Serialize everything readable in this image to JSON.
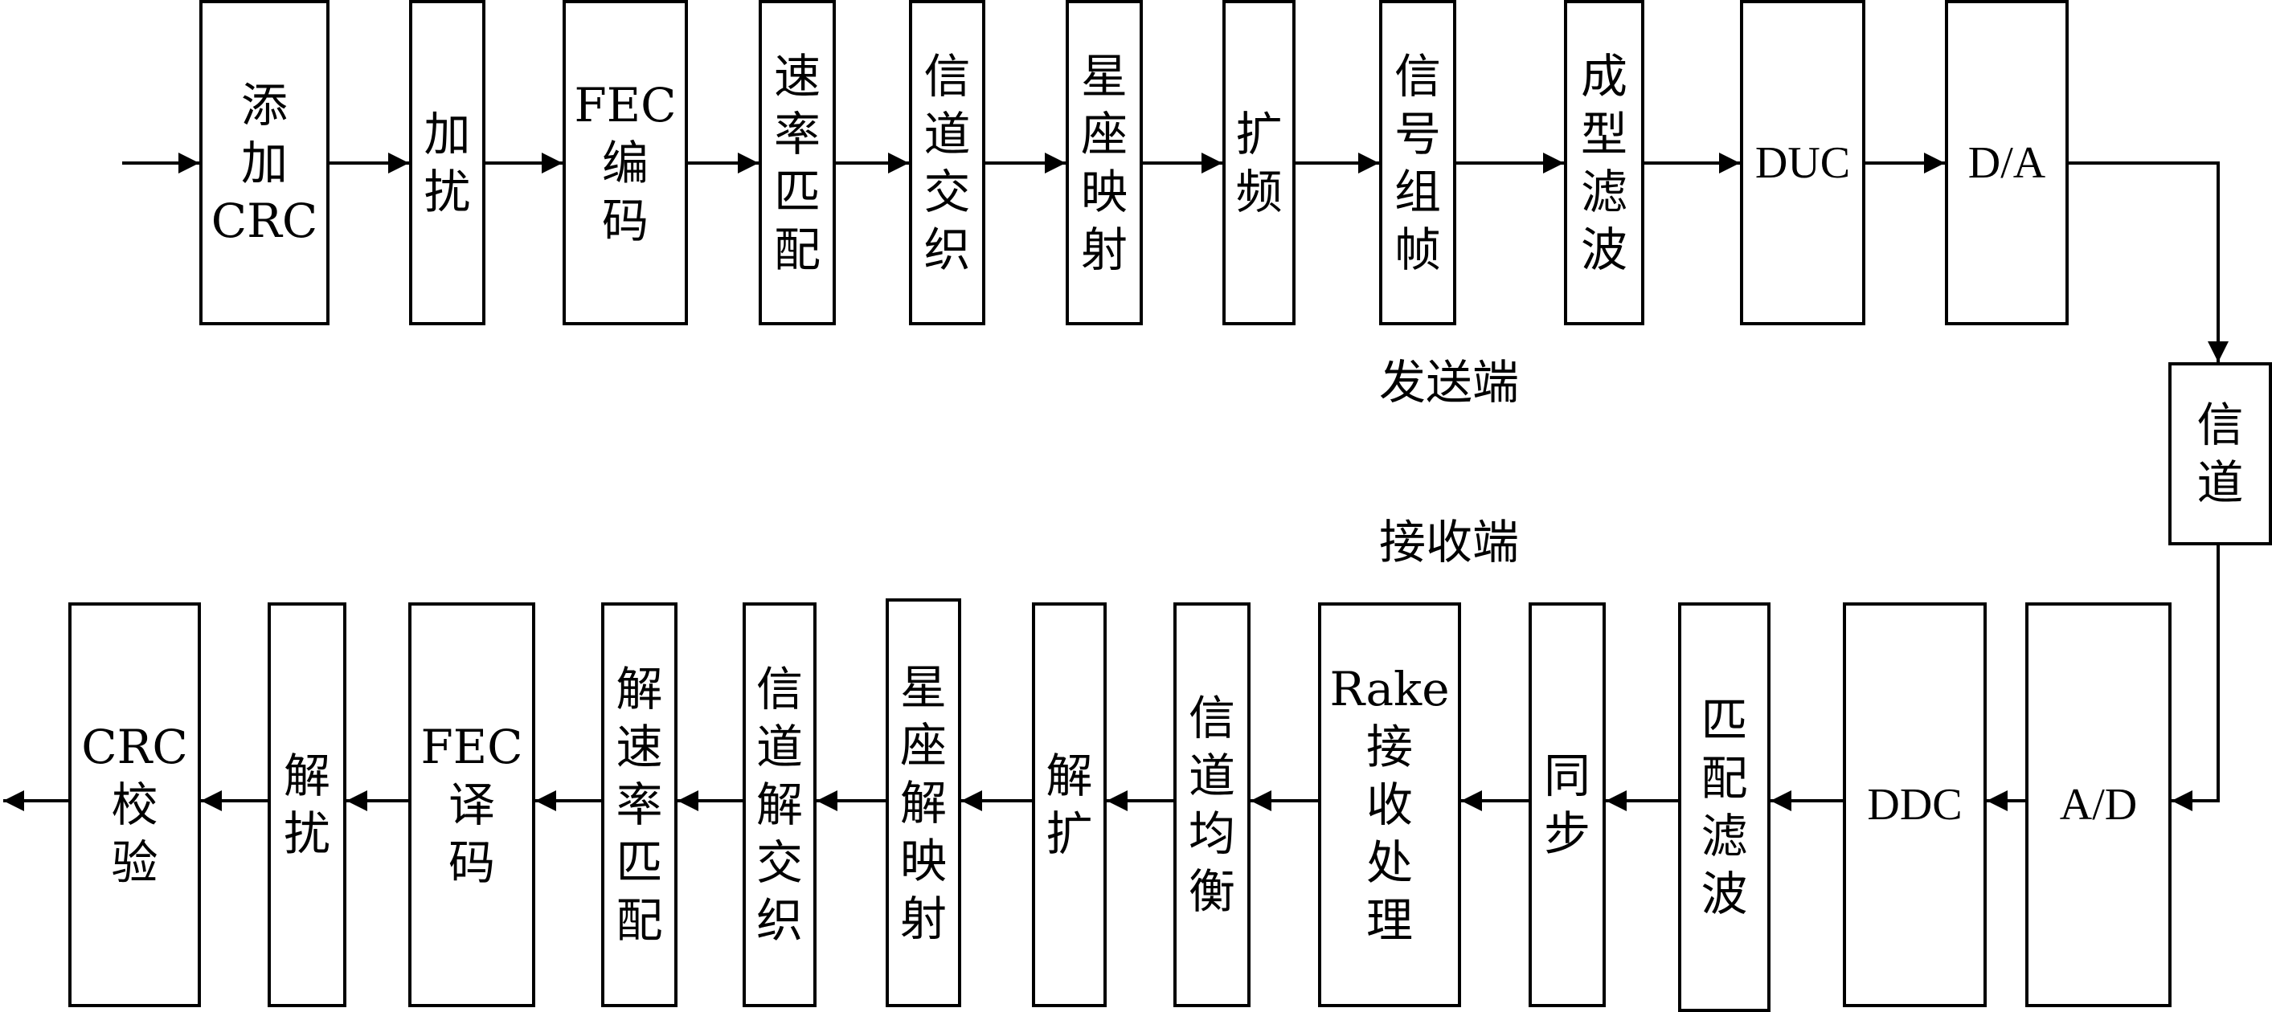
{
  "transmitter": {
    "label": "发送端",
    "blocks": [
      "添\n加\nCRC",
      "加\n扰",
      "FEC\n编\n码",
      "速\n率\n匹\n配",
      "信\n道\n交\n织",
      "星\n座\n映\n射",
      "扩\n频",
      "信\n号\n组\n帧",
      "成\n型\n滤\n波",
      "DUC",
      "D/A"
    ]
  },
  "channel": {
    "label": "信\n道"
  },
  "receiver": {
    "label": "接收端",
    "blocks": [
      "A/D",
      "DDC",
      "匹\n配\n滤\n波",
      "同\n步",
      "Rake\n接\n收\n处\n理",
      "信\n道\n均\n衡",
      "解\n扩",
      "星\n座\n解\n映\n射",
      "信\n道\n解\n交\n织",
      "解\n速\n率\n匹\n配",
      "FEC\n译\n码",
      "解\n扰",
      "CRC\n校\n验"
    ]
  }
}
